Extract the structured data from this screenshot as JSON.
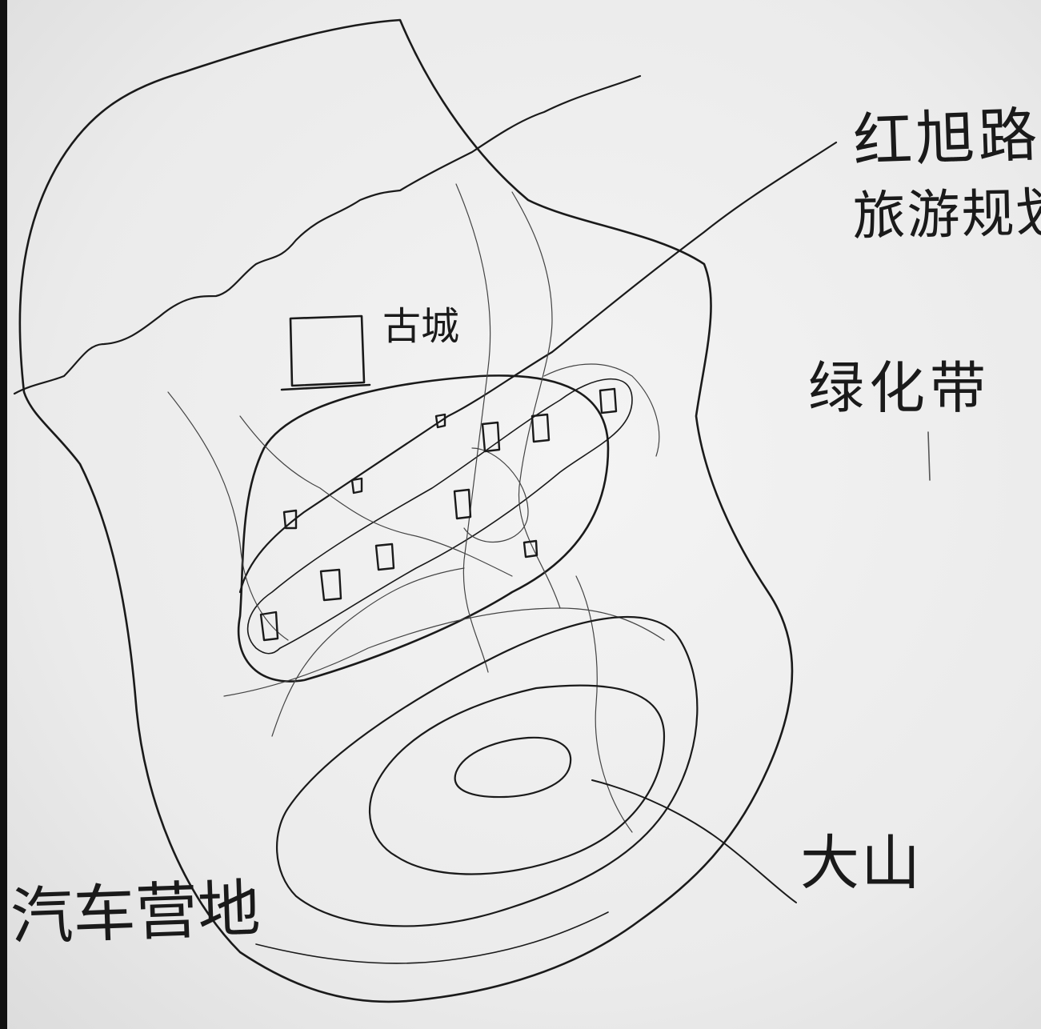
{
  "labels": {
    "hong_xu_lu": "红旭路",
    "lv_you_gui_hua": "旅游规划",
    "gu_cheng": "古城",
    "lv_hua_dai": "绿化带",
    "da_shan": "大山",
    "qi_che_ying_di": "汽车营地"
  },
  "colors": {
    "ink": "#1a1a1a",
    "paper": "#efefef"
  }
}
